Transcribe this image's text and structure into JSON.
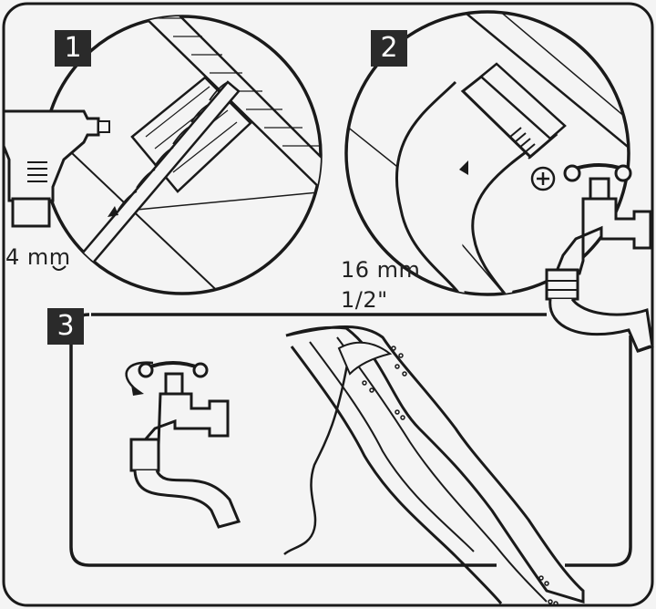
{
  "steps": [
    {
      "number": "1",
      "measure": "4 mm"
    },
    {
      "number": "2",
      "measure": "16 mm",
      "measure_imperial": "1/2\""
    },
    {
      "number": "3"
    }
  ],
  "colors": {
    "ink": "#1a1a1a",
    "paper": "#f4f4f4",
    "badge": "#2a2a2a"
  }
}
